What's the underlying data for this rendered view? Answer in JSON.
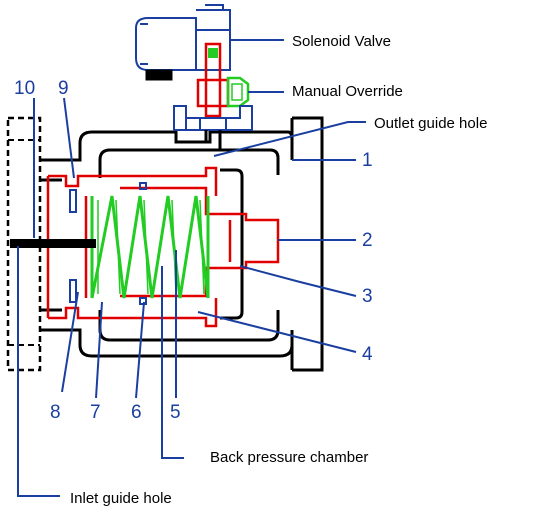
{
  "labels": {
    "solenoid_valve": "Solenoid Valve",
    "manual_override": "Manual Override",
    "outlet_guide_hole": "Outlet guide hole",
    "back_pressure_chamber": "Back pressure chamber",
    "inlet_guide_hole": "Inlet guide hole"
  },
  "part_numbers": {
    "n1": "1",
    "n2": "2",
    "n3": "3",
    "n4": "4",
    "n5": "5",
    "n6": "6",
    "n7": "7",
    "n8": "8",
    "n9": "9",
    "n10": "10"
  },
  "colors": {
    "body": "#000000",
    "diaphragm": "#e00000",
    "spring": "#22cc22",
    "callout": "#1a3fa0",
    "solenoid": "#1a3fa0"
  }
}
